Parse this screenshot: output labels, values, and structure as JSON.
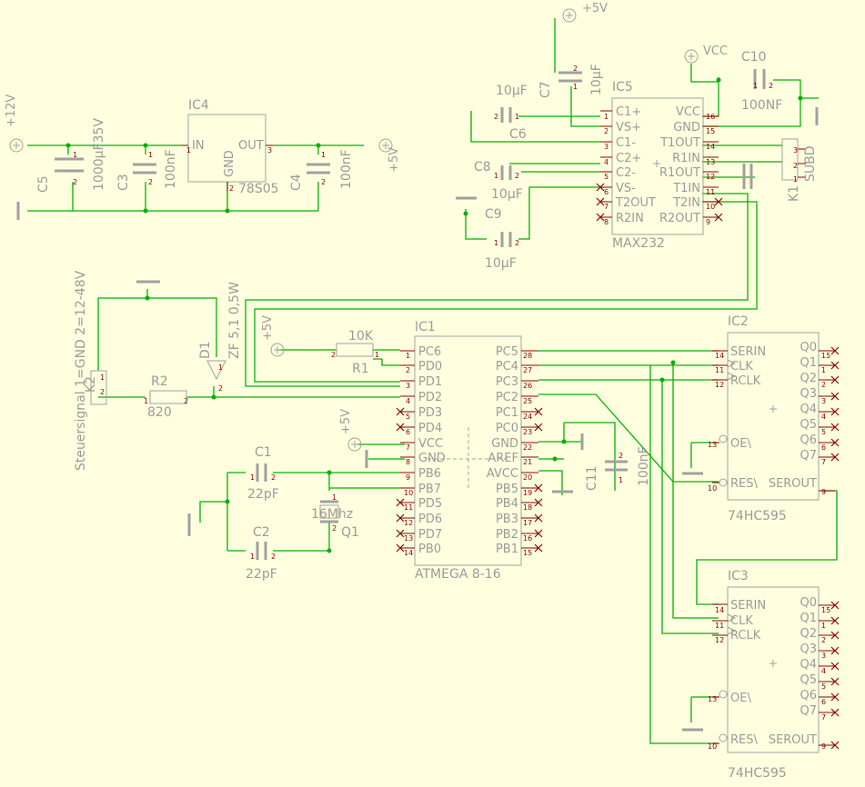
{
  "parts": {
    "ic4": {
      "name": "IC4",
      "value": "78S05",
      "pins": [
        "IN",
        "OUT",
        "GND"
      ]
    },
    "ic5": {
      "name": "IC5",
      "value": "MAX232",
      "pins_left": [
        "C1+",
        "VS+",
        "C1-",
        "C2+",
        "C2-",
        "VS-",
        "T2OUT",
        "R2IN"
      ],
      "pins_right": [
        "VCC",
        "GND",
        "T1OUT",
        "R1IN",
        "R1OUT",
        "T1IN",
        "T2IN",
        "R2OUT"
      ]
    },
    "ic1": {
      "name": "IC1",
      "value": "ATMEGA 8-16",
      "pins_left": [
        "PC6",
        "PD0",
        "PD1",
        "PD2",
        "PD3",
        "PD4",
        "VCC",
        "GND",
        "PB6",
        "PB7",
        "PD5",
        "PD6",
        "PD7",
        "PB0"
      ],
      "pins_right": [
        "PC5",
        "PC4",
        "PC3",
        "PC2",
        "PC1",
        "PC0",
        "GND",
        "AREF",
        "AVCC",
        "PB5",
        "PB4",
        "PB3",
        "PB2",
        "PB1"
      ]
    },
    "ic2": {
      "name": "IC2",
      "value": "74HC595",
      "pins_left": [
        "SERIN",
        "CLK",
        "RCLK",
        "OE\\",
        "RES\\"
      ],
      "pins_right": [
        "Q0",
        "Q1",
        "Q2",
        "Q3",
        "Q4",
        "Q5",
        "Q6",
        "Q7",
        "SEROUT"
      ]
    },
    "ic3": {
      "name": "IC3",
      "value": "74HC595",
      "pins_left": [
        "SERIN",
        "CLK",
        "RCLK",
        "OE\\",
        "RES\\"
      ],
      "pins_right": [
        "Q0",
        "Q1",
        "Q2",
        "Q3",
        "Q4",
        "Q5",
        "Q6",
        "Q7",
        "SEROUT"
      ]
    },
    "c5": {
      "name": "C5",
      "value": "1000µF35V"
    },
    "c3": {
      "name": "C3",
      "value": "100nF"
    },
    "c4": {
      "name": "C4",
      "value": "100nF"
    },
    "c6": {
      "name": "C6",
      "value": "10µF"
    },
    "c7": {
      "name": "C7",
      "value": "10µF"
    },
    "c8": {
      "name": "C8",
      "value": "10µF"
    },
    "c9": {
      "name": "C9",
      "value": "10µF"
    },
    "c10": {
      "name": "C10",
      "value": "100NF"
    },
    "c11": {
      "name": "C11",
      "value": "100nF"
    },
    "c1": {
      "name": "C1",
      "value": "22pF"
    },
    "c2": {
      "name": "C2",
      "value": "22pF"
    },
    "q1": {
      "name": "Q1",
      "value": "16Mhz"
    },
    "r1": {
      "name": "R1",
      "value": "10K"
    },
    "r2": {
      "name": "R2",
      "value": "820"
    },
    "d1": {
      "name": "D1",
      "value": "ZF 5,1 0,5W"
    },
    "k1": {
      "name": "K1",
      "value": "SUBD"
    },
    "k2": {
      "name": "K2",
      "value": "Steuersignal 1=GND 2=12-48V"
    }
  },
  "supplies": {
    "v12": "+12V",
    "v5": "+5V",
    "vcc": "VCC"
  }
}
